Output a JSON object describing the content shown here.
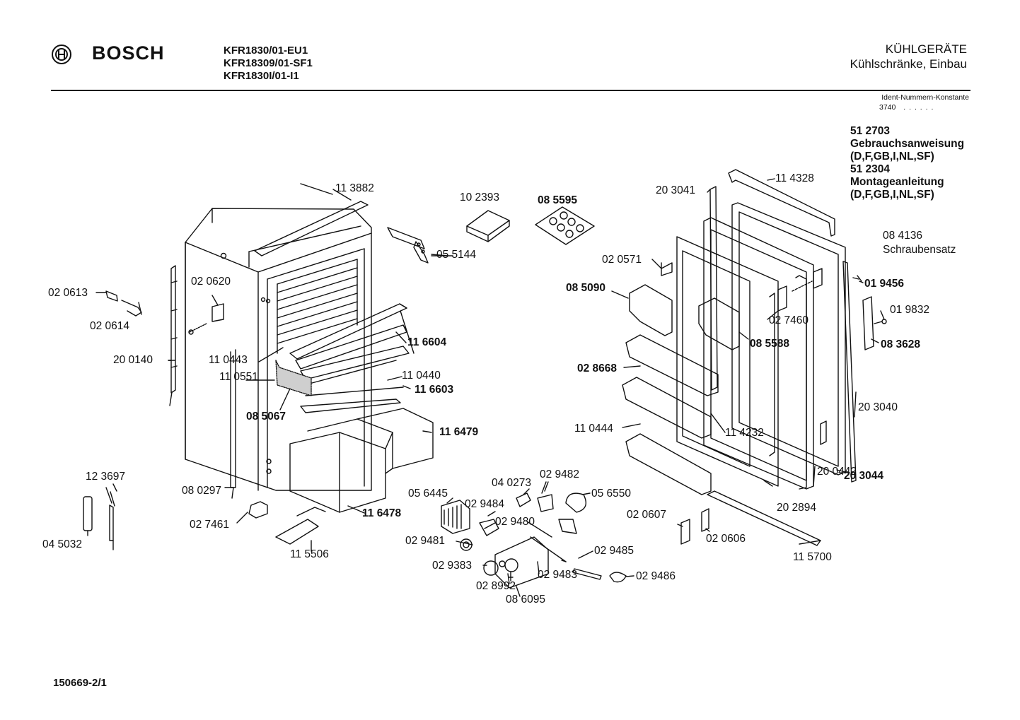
{
  "header": {
    "brand": "BOSCH",
    "models": [
      "KFR1830/01-EU1",
      "KFR18309/01-SF1",
      "KFR1830I/01-I1"
    ],
    "category": "KÜHLGERÄTE",
    "subcategory": "Kühlschränke, Einbau"
  },
  "ident": {
    "label": "Ident-Nummern-Konstante",
    "code": "3740",
    "dots": ". .   . . . ."
  },
  "documents": {
    "manual_no": "51 2703",
    "manual": "Gebrauchsanweisung",
    "manual_langs": "(D,F,GB,I,NL,SF)",
    "install_no": "51 2304",
    "install": "Montageanleitung",
    "install_langs": "(D,F,GB,I,NL,SF)",
    "screws_no": "08 4136",
    "screws": "Schraubensatz"
  },
  "parts": {
    "p113882": "11 3882",
    "p102393": "10 2393",
    "p085595": "08 5595",
    "p055144": "05 5144",
    "p020613": "02 0613",
    "p020614": "02 0614",
    "p020620": "02 0620",
    "p200140": "20 0140",
    "p110443": "11 0443",
    "p110551": "11 0551",
    "p116604": "11 6604",
    "p110440": "11 0440",
    "p116603": "11 6603",
    "p085067": "08 5067",
    "p116479": "11 6479",
    "p123697": "12 3697",
    "p080297": "08 0297",
    "p045032": "04 5032",
    "p027461": "02 7461",
    "p115506": "11 5506",
    "p116478": "11 6478",
    "p056445": "05 6445",
    "p040273": "04 0273",
    "p029482": "02 9482",
    "p029484": "02 9484",
    "p056550": "05 6550",
    "p029480": "02 9480",
    "p029481": "02 9481",
    "p029383": "02 9383",
    "p028992": "02 8992",
    "p029483": "02 9483",
    "p086095": "08 6095",
    "p029485": "02 9485",
    "p029486": "02 9486",
    "p203041": "20 3041",
    "p114328": "11 4328",
    "p020571": "02 0571",
    "p085090": "08 5090",
    "p027460": "02 7460",
    "p085588": "08 5588",
    "p028668": "02 8668",
    "p110444": "11 0444",
    "p114232": "11 4232",
    "p020607": "02 0607",
    "p020606": "02 0606",
    "p115700": "11 5700",
    "p202894": "20 2894",
    "p200442": "20 0442",
    "p203044": "20 3044",
    "p203040": "20 3040",
    "p019456": "01 9456",
    "p019832": "01 9832",
    "p083628": "08 3628"
  },
  "footer": {
    "drawing_no": "150669-2/1"
  }
}
